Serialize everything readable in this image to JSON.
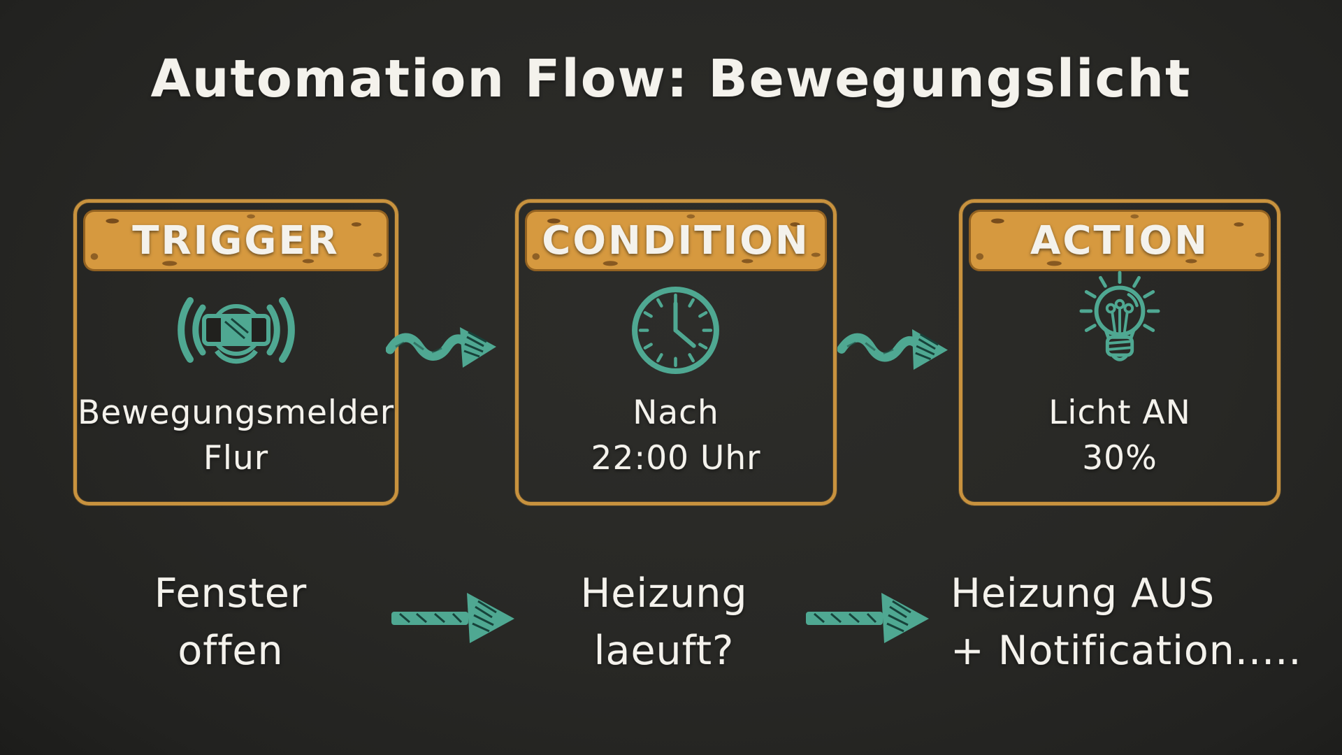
{
  "title": "Automation Flow: Bewegungslicht",
  "colors": {
    "background": "#272725",
    "box_border_orange": "#C8923E",
    "header_orange": "#D6993F",
    "icon_teal": "#4FA892",
    "text_white": "#F4F2EC"
  },
  "flow_boxes": [
    {
      "header": "TRIGGER",
      "icon": "motion-sensor-icon",
      "line1": "Bewegungsmelder",
      "line2": "Flur"
    },
    {
      "header": "CONDITION",
      "icon": "clock-icon",
      "line1": "Nach",
      "line2": "22:00 Uhr"
    },
    {
      "header": "ACTION",
      "icon": "lightbulb-icon",
      "line1": "Licht AN",
      "line2": "30%"
    }
  ],
  "bottom_row": [
    {
      "line1": "Fenster",
      "line2": "offen"
    },
    {
      "line1": "Heizung",
      "line2": "laeuft?"
    },
    {
      "line1": "Heizung AUS",
      "line2": "+ Notification....."
    }
  ]
}
